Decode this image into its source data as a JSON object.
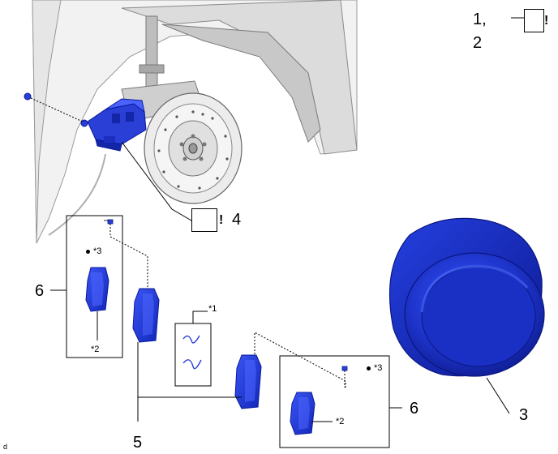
{
  "header": {
    "step_1": "1,",
    "step_2": "2",
    "excl_mark": "!"
  },
  "callouts": {
    "caliper_step": "4",
    "caliper_excl": "!",
    "wheel": "3",
    "pads": "5",
    "left_pad_kit": "6",
    "right_pad_kit": "6"
  },
  "notes": {
    "star1": "*1",
    "star2_left": "*2",
    "star2_right": "*2",
    "star3_left": "*3",
    "star3_right": "*3"
  },
  "footer": {
    "code": "d"
  },
  "colors": {
    "part_blue": "#2a3fd6",
    "part_dark": "#0a1a9a",
    "line": "#000000",
    "vehicle_grey": "#d9d9d9"
  }
}
